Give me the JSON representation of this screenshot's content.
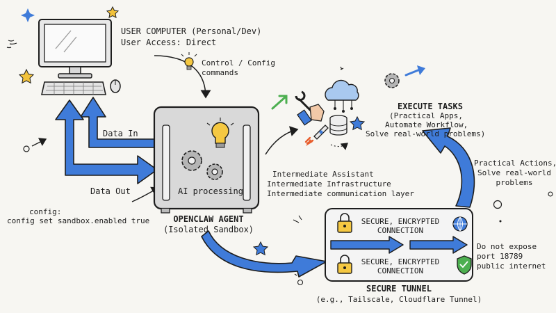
{
  "colors": {
    "arrow_blue": "#3f7bd9",
    "arrow_blue_dark": "#2a5aa8",
    "ink": "#1d1d1d",
    "paper": "#f7f6f2",
    "box_gray": "#dcdcdc",
    "star_gold": "#f2c23b",
    "bulb_yellow": "#f5c842",
    "green": "#4caf50",
    "orange": "#e85d2c"
  },
  "user_computer": {
    "title": "USER COMPUTER (Personal/Dev)",
    "subtitle": "User Access: Direct"
  },
  "control": {
    "line1": "Control / Config",
    "line2": "commands"
  },
  "flows": {
    "data_in": "Data In",
    "data_out": "Data Out"
  },
  "config": {
    "line1": "config:",
    "line2": "config set sandbox.enabled true"
  },
  "agent": {
    "inner_label": "AI processing",
    "title": "OPENCLAW AGENT",
    "subtitle": "(Isolated Sandbox)"
  },
  "roles": {
    "line1": "Intermediate Assistant",
    "line2": "Intermediate Infrastructure",
    "line3": "Intermediate communication layer"
  },
  "execute": {
    "title": "EXECUTE TASKS",
    "line1": "(Practical Apps,",
    "line2": "Automate Workflow,",
    "line3": "Solve real-world problems)"
  },
  "practical": {
    "line1": "Practical Actions,",
    "line2": "Solve real-world",
    "line3": "problems"
  },
  "tunnel": {
    "conn1_line1": "SECURE, ENCRYPTED",
    "conn1_line2": "CONNECTION",
    "conn2_line1": "SECURE, ENCRYPTED",
    "conn2_line2": "CONNECTION",
    "title": "SECURE TUNNEL",
    "subtitle": "(e.g., Tailscale, Cloudflare Tunnel)"
  },
  "warning": {
    "line1": "Do not expose",
    "line2": "port 18789",
    "line3": "public internet"
  },
  "icons": {
    "computer": "desktop-computer-icon",
    "keyboard": "keyboard-icon",
    "mouse": "mouse-icon",
    "lightbulb": "lightbulb-icon",
    "gears": "gears-icon",
    "wrench": "wrench-hand-icon",
    "cloud": "cloud-network-icon",
    "database": "database-icon",
    "rocket": "rocket-icon",
    "gear": "gear-icon",
    "lock": "padlock-icon",
    "globe": "globe-icon",
    "shield": "shield-check-icon",
    "star": "star-icon",
    "sparkle": "sparkle-icon"
  }
}
